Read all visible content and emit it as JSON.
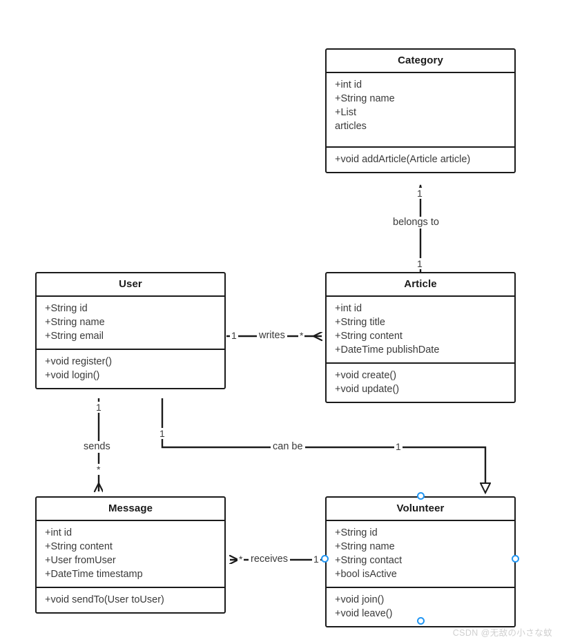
{
  "diagram": {
    "kind": "uml-class-diagram",
    "stroke_color": "#1a1a1a",
    "text_color": "#3a3a3a",
    "selection_color": "#2196f3",
    "background": "#ffffff"
  },
  "classes": {
    "category": {
      "name": "Category",
      "attributes": [
        "+int id",
        "+String name",
        "+List",
        "articles"
      ],
      "methods": [
        "+void addArticle(Article article)"
      ]
    },
    "user": {
      "name": "User",
      "attributes": [
        "+String id",
        "+String name",
        "+String email"
      ],
      "methods": [
        "+void register()",
        "+void login()"
      ]
    },
    "article": {
      "name": "Article",
      "attributes": [
        "+int id",
        "+String title",
        "+String content",
        "+DateTime publishDate"
      ],
      "methods": [
        "+void create()",
        "+void update()"
      ]
    },
    "message": {
      "name": "Message",
      "attributes": [
        "+int id",
        "+String content",
        "+User fromUser",
        "+DateTime timestamp"
      ],
      "methods": [
        "+void sendTo(User toUser)"
      ]
    },
    "volunteer": {
      "name": "Volunteer",
      "attributes": [
        "+String id",
        "+String name",
        "+String contact",
        "+bool isActive"
      ],
      "methods": [
        "+void join()",
        "+void leave()"
      ],
      "selected": true
    }
  },
  "relationships": {
    "writes": {
      "label": "writes",
      "source": "User",
      "target": "Article",
      "source_multiplicity": "1",
      "target_multiplicity": "*"
    },
    "belongs_to": {
      "label": "belongs to",
      "source": "Article",
      "target": "Category",
      "source_multiplicity": "1",
      "target_multiplicity": "1"
    },
    "sends": {
      "label": "sends",
      "source": "User",
      "target": "Message",
      "source_multiplicity": "1",
      "target_multiplicity": "*"
    },
    "can_be": {
      "label": "can be",
      "source": "User",
      "target": "Volunteer",
      "source_multiplicity": "1",
      "target_multiplicity": "1"
    },
    "receives": {
      "label": "receives",
      "source": "Volunteer",
      "target": "Message",
      "source_multiplicity": "1",
      "target_multiplicity": "*"
    }
  },
  "watermark": {
    "text": "CSDN @无敌の小さな蚊"
  }
}
